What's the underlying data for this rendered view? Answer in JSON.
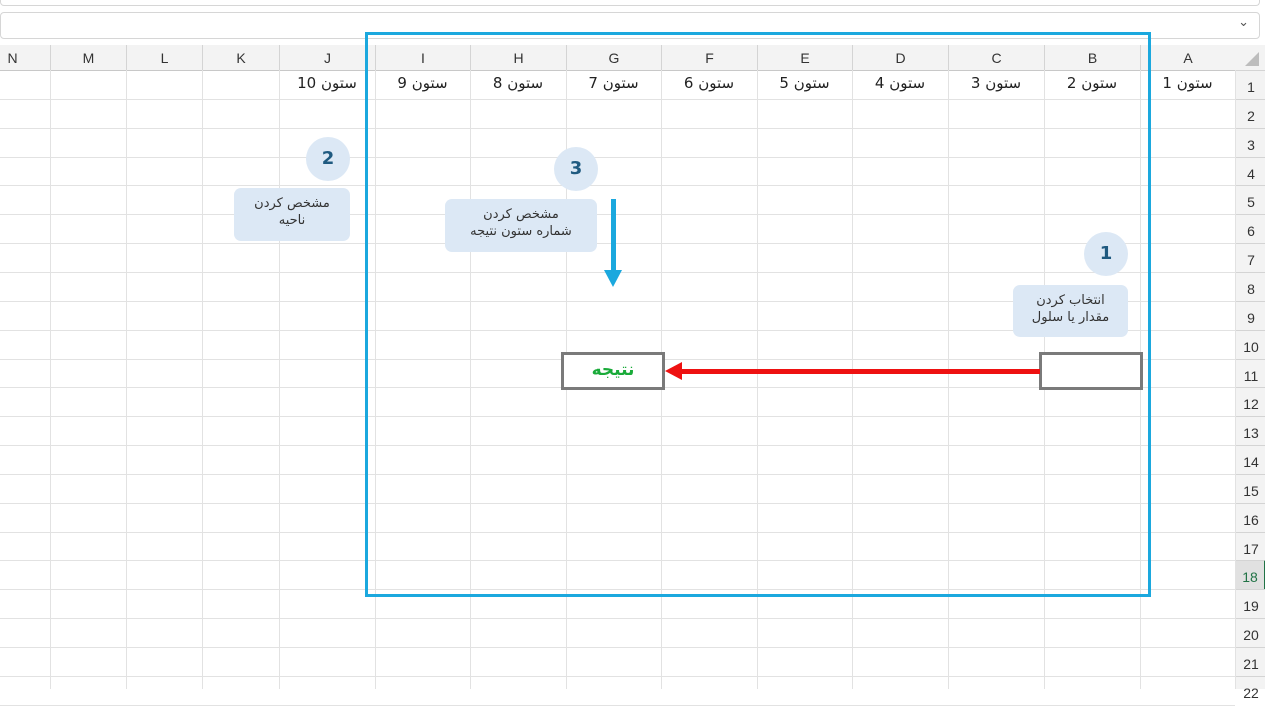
{
  "columns": [
    "N",
    "M",
    "L",
    "K",
    "J",
    "I",
    "H",
    "G",
    "F",
    "E",
    "D",
    "C",
    "B",
    "A"
  ],
  "rows": [
    "1",
    "2",
    "3",
    "4",
    "5",
    "6",
    "7",
    "8",
    "9",
    "10",
    "11",
    "12",
    "13",
    "14",
    "15",
    "16",
    "17",
    "18",
    "19",
    "20",
    "21",
    "22"
  ],
  "selected_row": "18",
  "row1_cells": {
    "A": "ستون 1",
    "B": "ستون 2",
    "C": "ستون 3",
    "D": "ستون 4",
    "E": "ستون 5",
    "F": "ستون 6",
    "G": "ستون 7",
    "H": "ستون 8",
    "I": "ستون 9",
    "J": "ستون 10"
  },
  "annotations": {
    "step1": {
      "number": "1",
      "line1": "انتخاب کردن",
      "line2": "مقدار یا سلول"
    },
    "step2": {
      "number": "2",
      "line1": "مشخص کردن",
      "line2": "ناحیه"
    },
    "step3": {
      "number": "3",
      "line1": "مشخص کردن",
      "line2": "شماره ستون نتیجه"
    },
    "result_label": "نتیجه"
  },
  "icons": {
    "namebox_dropdown": "chevron-down-icon",
    "select_all": "select-all-triangle-icon"
  },
  "colors": {
    "frame": "#1ba8de",
    "arrow_red": "#ee1111",
    "result_text": "#1aab3a",
    "note_bg": "#dce8f5"
  }
}
